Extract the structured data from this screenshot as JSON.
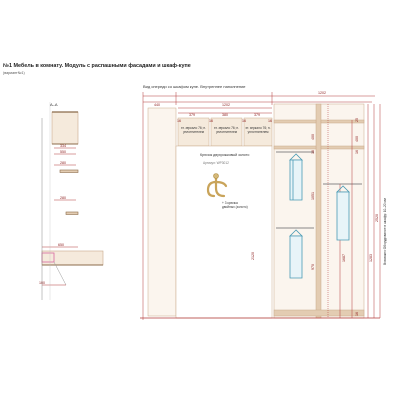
{
  "header": {
    "title": "№1 Мебель в комнату. Модуль с распашными фасадами и шкаф-купе",
    "subtitle": "(вариант№1)"
  },
  "section": {
    "label": "А–А",
    "dims": [
      "334",
      "550",
      "280",
      "280",
      "650",
      "100"
    ]
  },
  "front_view": {
    "caption": "Вид спереди со шкафом купе. Внутреннее наполнение",
    "dims_top": [
      "440",
      "1202",
      "1202"
    ],
    "cells_top": [
      "379",
      "380",
      "379"
    ],
    "cells_16": [
      "16",
      "16",
      "16",
      "16"
    ],
    "cell_labels": [
      "эт. зеркало 76; н. уплотнителем",
      "эт. зеркало 76; н. уплотнителем",
      "эт. зеркало 76; н. уплотнителем"
    ],
    "right_dims": [
      "400",
      "25",
      "400",
      "16",
      "16",
      "1051",
      "1687",
      "1283",
      "2520",
      "2120",
      "970",
      "16"
    ],
    "side_note": "Возможно Оборудование в шкафу: 10–20 мм"
  },
  "accessory": {
    "title": "Крючок двухрожковый золото",
    "article": "Артикул: WP3012",
    "note": "+ 3 крючка двойных (золото)"
  },
  "colors": {
    "line": "#b33a3a",
    "panel": "#e3ccb2",
    "panel_fill": "#f5eadc",
    "hanger": "#4a9bb5",
    "hook": "#d4b878"
  }
}
